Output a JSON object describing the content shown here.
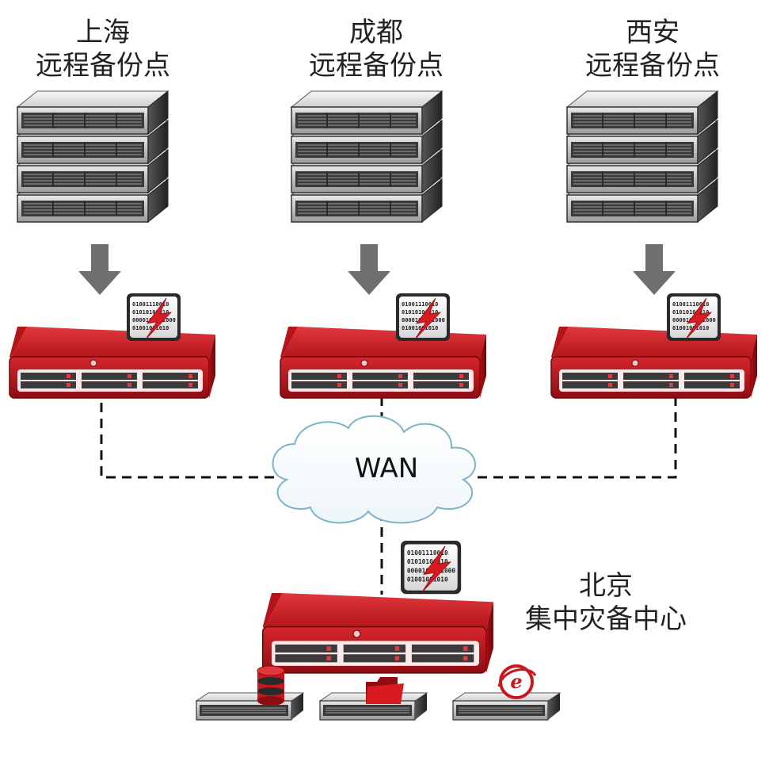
{
  "sites": [
    {
      "city": "上海",
      "role": "远程备份点"
    },
    {
      "city": "成都",
      "role": "远程备份点"
    },
    {
      "city": "西安",
      "role": "远程备份点"
    }
  ],
  "center": {
    "city": "北京",
    "role": "集中灾备中心"
  },
  "network": {
    "label": "WAN"
  },
  "binary_rows": [
    "01001110010",
    "01010100010",
    "0000100001000",
    "01001001010"
  ],
  "colors": {
    "appliance": "#c8171d",
    "appliance_dark": "#8e0d12",
    "arrow": "#6f6f6f",
    "cloud_stroke": "#7fb2c7",
    "server": "#2b2b2b"
  },
  "icons": [
    "server-rack-icon",
    "backup-appliance-icon",
    "down-arrow-icon",
    "cloud-icon",
    "database-icon",
    "folder-icon",
    "internet-explorer-icon"
  ]
}
